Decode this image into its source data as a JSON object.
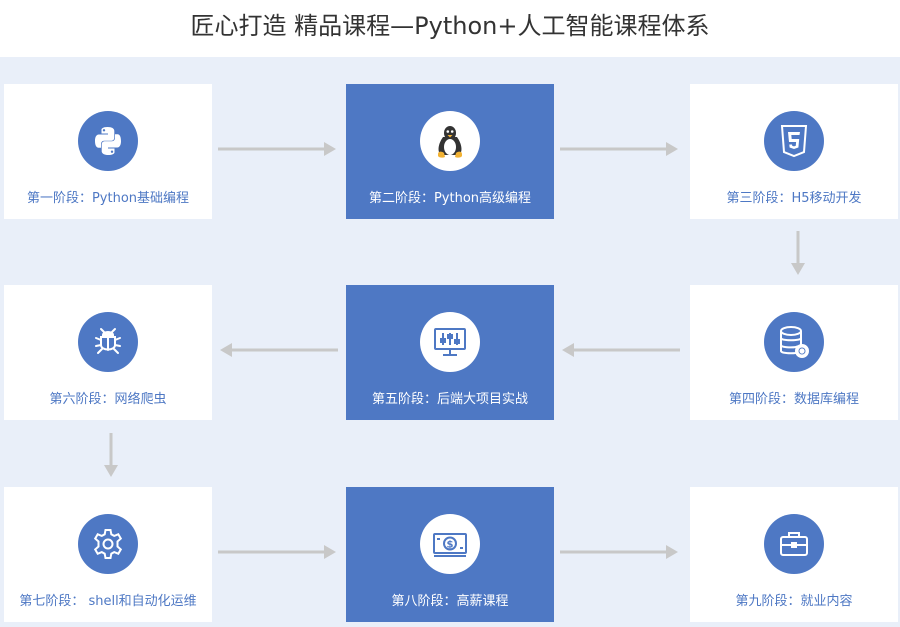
{
  "title": "匠心打造 精品课程—Python+人工智能课程体系",
  "stages": [
    {
      "label": "第一阶段：Python基础编程",
      "icon": "python-logo-icon"
    },
    {
      "label": "第二阶段：Python高级编程",
      "icon": "linux-penguin-icon"
    },
    {
      "label": "第三阶段：H5移动开发",
      "icon": "html5-icon"
    },
    {
      "label": "第四阶段：数据库编程",
      "icon": "database-gear-icon"
    },
    {
      "label": "第五阶段：后端大项目实战",
      "icon": "monitor-sliders-icon"
    },
    {
      "label": "第六阶段：网络爬虫",
      "icon": "bug-icon"
    },
    {
      "label": "第七阶段： shell和自动化运维",
      "icon": "gear-icon"
    },
    {
      "label": "第八阶段：高薪课程",
      "icon": "dollar-bill-icon"
    },
    {
      "label": "第九阶段：就业内容",
      "icon": "briefcase-icon"
    }
  ],
  "colors": {
    "accent": "#4e78c4",
    "background": "#e9eff9",
    "arrow": "#c8c8c8"
  }
}
